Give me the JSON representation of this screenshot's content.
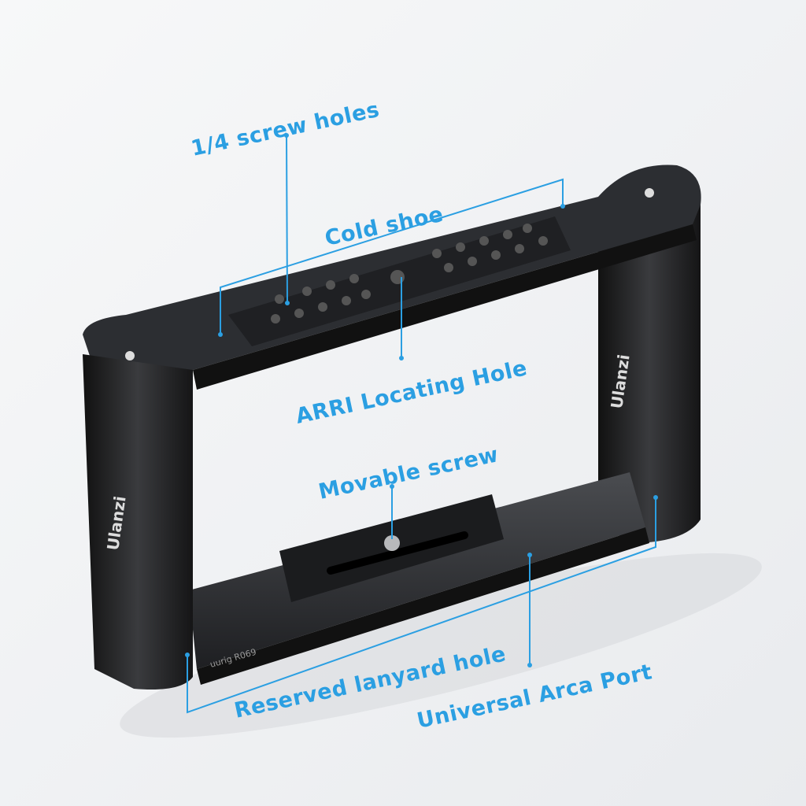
{
  "colors": {
    "accent": "#2b9fe2",
    "background": "#f2f3f5",
    "metal": "#2a2c30"
  },
  "product": {
    "brand_logo": "Ulanzi",
    "model_logo": "uurig R069"
  },
  "labels": {
    "screw_holes": "1/4 screw holes",
    "cold_shoe": "Cold shoe",
    "arri_hole": "ARRI Locating Hole",
    "movable_screw": "Movable screw",
    "lanyard_hole": "Reserved lanyard hole",
    "arca_port": "Universal Arca Port"
  }
}
